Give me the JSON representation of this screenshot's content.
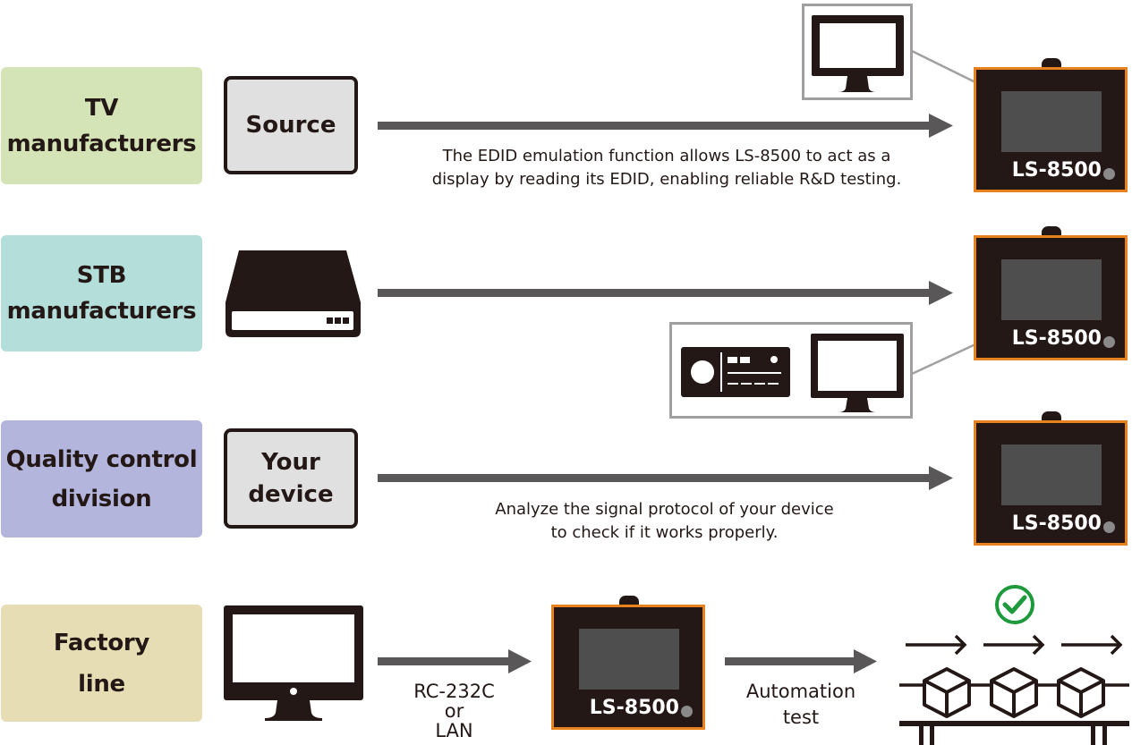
{
  "rows": [
    {
      "category": {
        "line1": "TV",
        "line2": "manufacturers",
        "color": "#d5e4b7"
      },
      "source": {
        "line1": "Source",
        "line2": ""
      },
      "description": {
        "line1": "The EDID emulation function allows LS-8500 to act as a",
        "line2": "display by reading its EDID, enabling reliable R&D testing."
      },
      "device_label": "LS-8500",
      "connected_devices": [
        "monitor-icon"
      ]
    },
    {
      "category": {
        "line1": "STB",
        "line2": "manufacturers",
        "color": "#b3deda"
      },
      "source_icon": "set-top-box-icon",
      "device_label": "LS-8500",
      "connected_devices": [
        "av-receiver-icon",
        "monitor-icon"
      ]
    },
    {
      "category": {
        "line1": "Quality control",
        "line2": "division",
        "color": "#b3b5dd"
      },
      "source": {
        "line1": "Your",
        "line2": "device"
      },
      "description": {
        "line1": "Analyze the signal protocol of your device",
        "line2": "to check if it works properly."
      },
      "device_label": "LS-8500"
    },
    {
      "category": {
        "line1": "Factory",
        "line2": "line",
        "color": "#e6ddb5"
      },
      "source_icon": "pc-monitor-icon",
      "connection": {
        "line1": "RC-232C",
        "line2": "or",
        "line3": "LAN"
      },
      "device_label": "LS-8500",
      "result": {
        "line1": "Automation",
        "line2": "test"
      },
      "status_icon": "check-circle-icon",
      "status_color": "#1e9a3c"
    }
  ],
  "colors": {
    "device_border": "#e8821e",
    "device_body": "#231815",
    "arrow": "#595757",
    "callout_border": "#a0a0a0"
  }
}
